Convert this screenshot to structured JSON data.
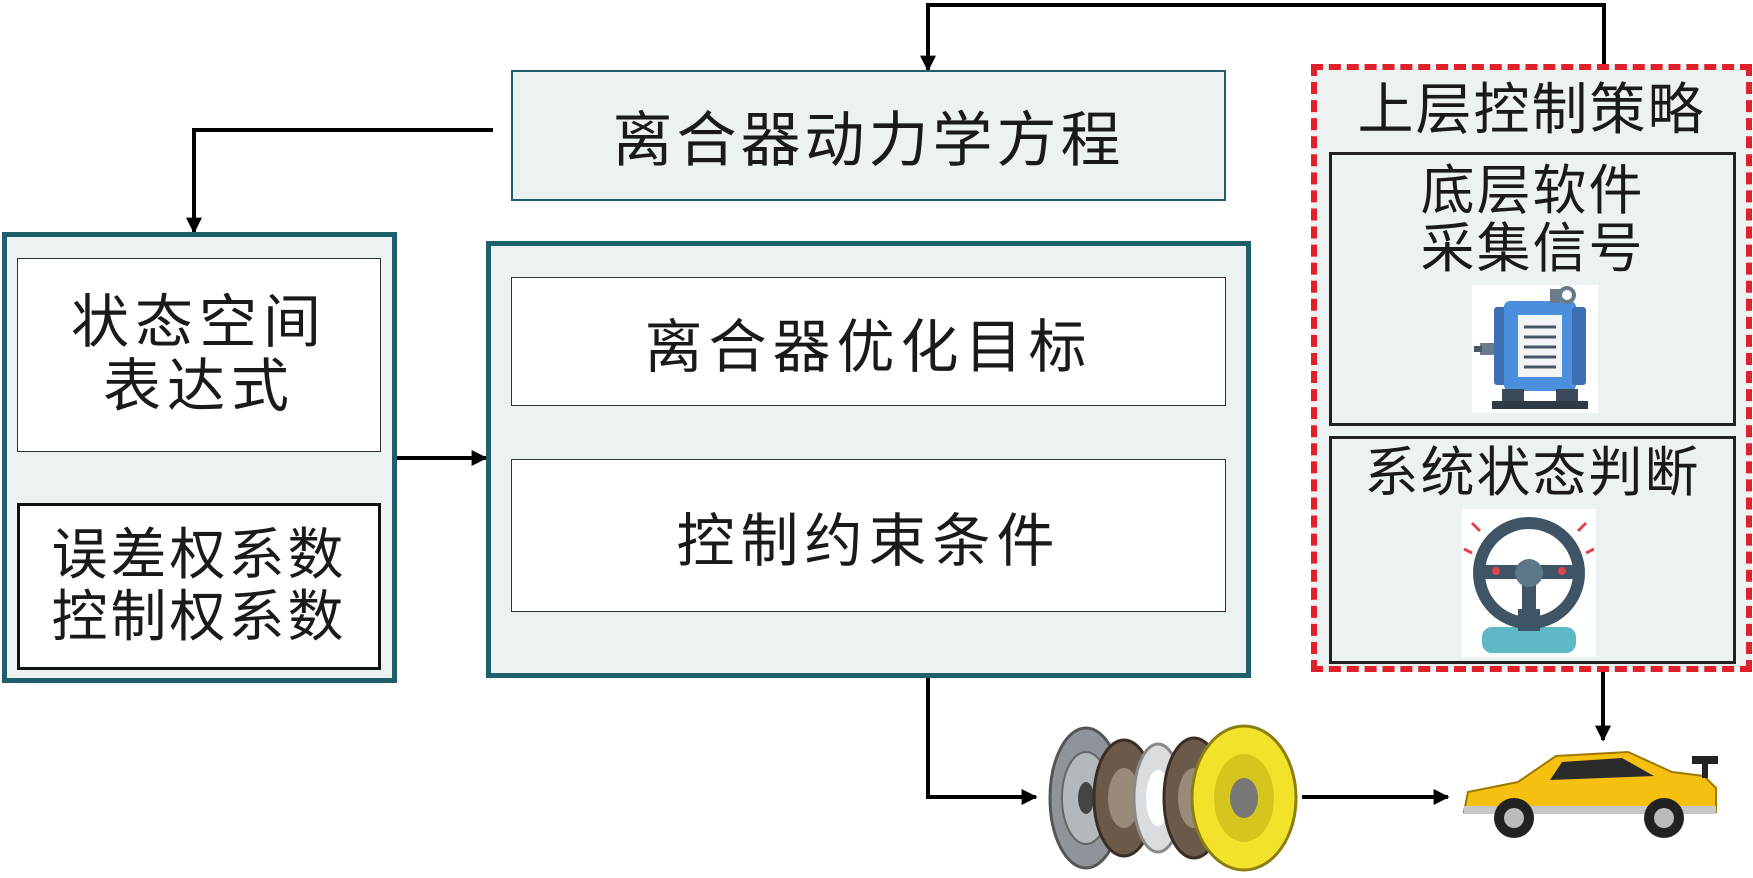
{
  "dynamics_box": {
    "label": "离合器动力学方程"
  },
  "left_panel": {
    "state_space": {
      "line1": "状态空间",
      "line2": "表达式"
    },
    "weights": {
      "line1": "误差权系数",
      "line2": "控制权系数"
    }
  },
  "center_panel": {
    "objective": "离合器优化目标",
    "constraints": "控制约束条件"
  },
  "right_panel": {
    "title": "上层控制策略",
    "software": {
      "line1": "底层软件",
      "line2": "采集信号"
    },
    "judgment": "系统状态判断"
  },
  "icons": [
    "motor-icon",
    "steering-wheel-icon",
    "clutch-assembly-icon",
    "sports-car-icon"
  ],
  "colors": {
    "panel_border": "#1e5f6b",
    "panel_fill": "#ecf1f2",
    "dashed_border": "#e0212b",
    "arrow": "#000000"
  }
}
